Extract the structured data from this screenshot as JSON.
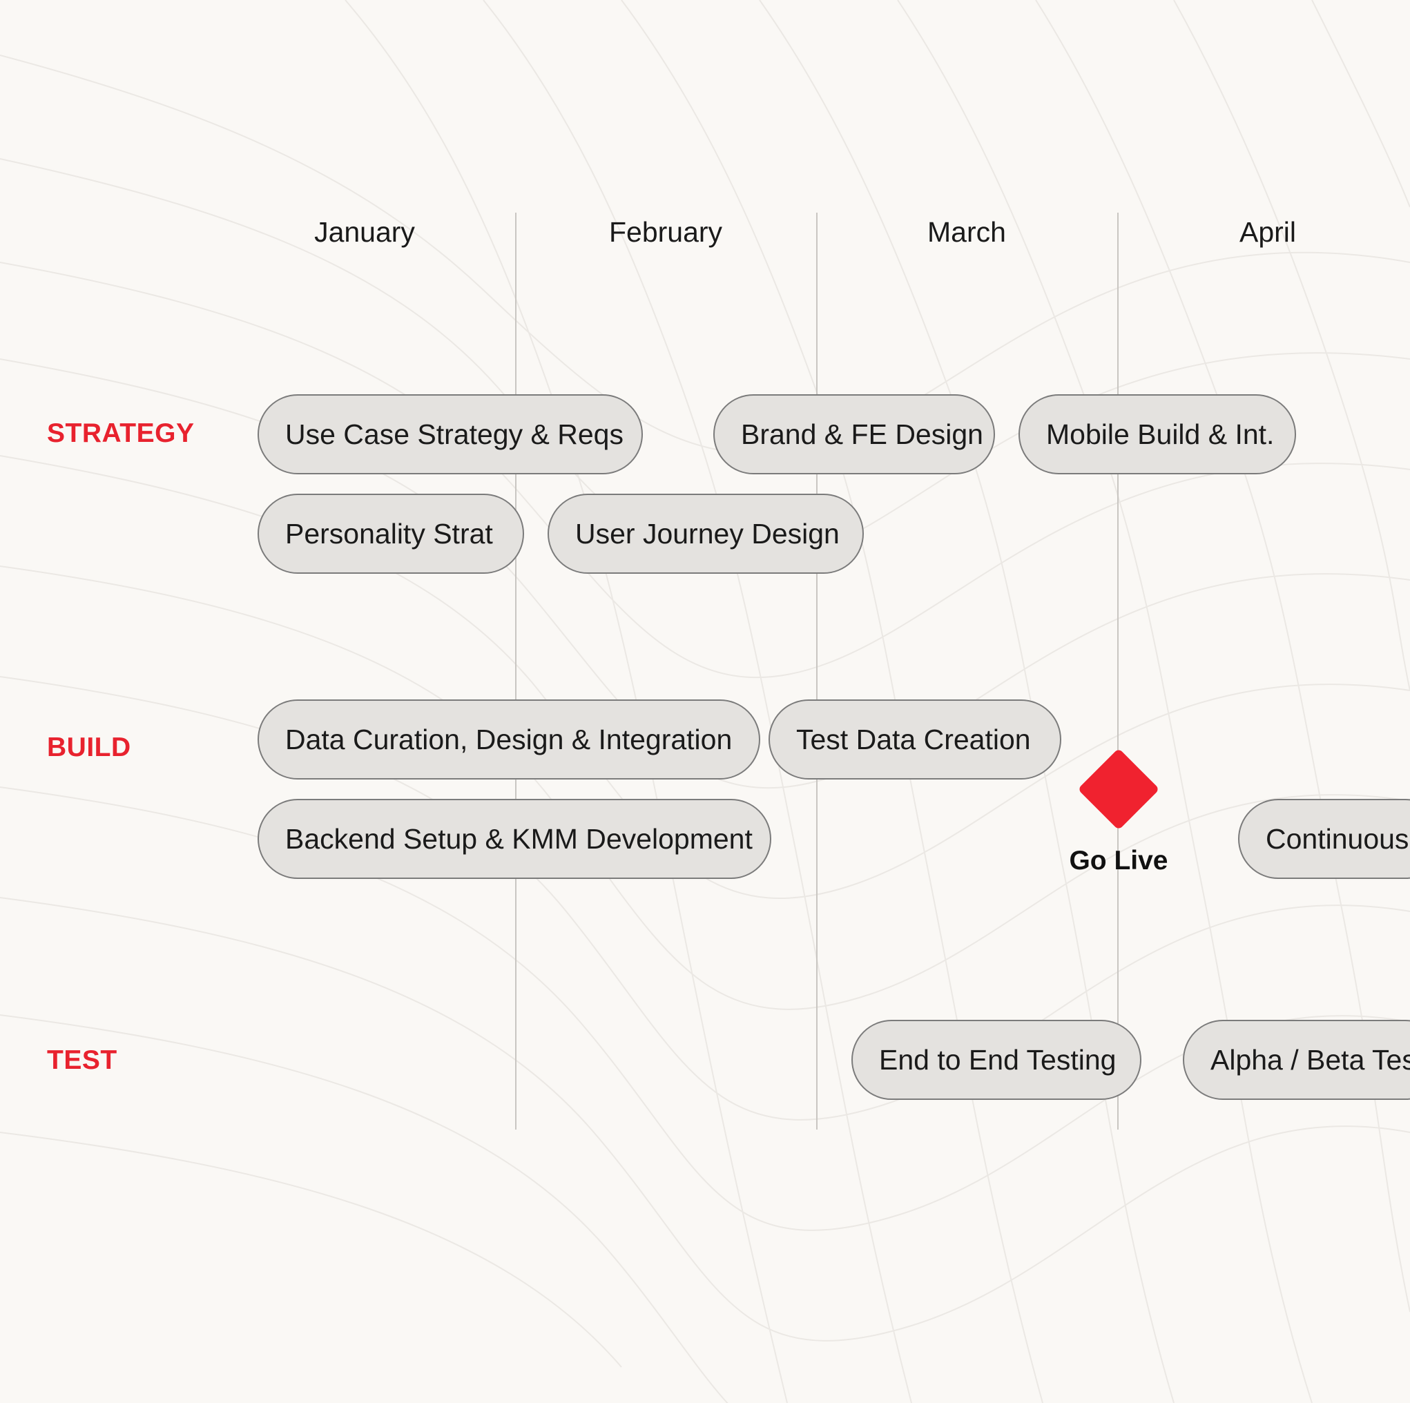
{
  "months": [
    "January",
    "February",
    "March",
    "April"
  ],
  "lanes": {
    "strategy": "STRATEGY",
    "build": "BUILD",
    "test": "TEST"
  },
  "tasks": {
    "use_case": "Use Case Strategy & Reqs",
    "brand": "Brand & FE Design",
    "mobile": "Mobile Build & Int.",
    "personality": "Personality Strat",
    "user_journey": "User Journey Design",
    "data_curation": "Data Curation, Design & Integration",
    "test_data": "Test Data Creation",
    "backend": "Backend Setup & KMM Development",
    "continuous": "Continuous",
    "e2e": "End to End Testing",
    "alpha_beta": "Alpha / Beta Tes"
  },
  "milestone": {
    "label": "Go Live",
    "color": "#f0222f"
  },
  "colors": {
    "lane_label": "#e8222e",
    "pill_fill": "#e4e2df",
    "pill_border": "#7b7b7b",
    "background": "#faf8f5"
  }
}
